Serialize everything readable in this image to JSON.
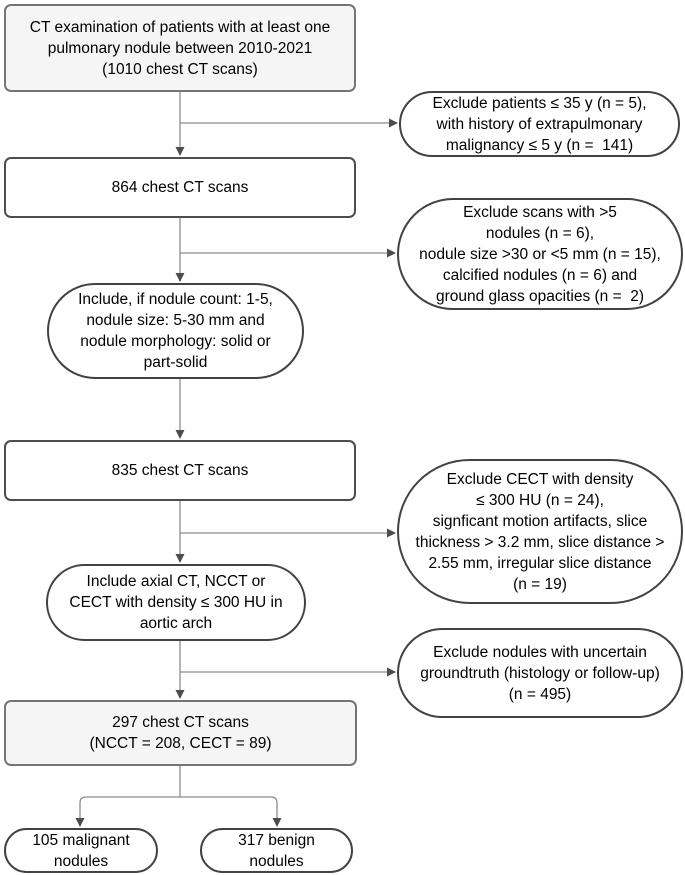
{
  "diagram_type": "flowchart",
  "colors": {
    "highlight_node_fill": "#f5f5f5",
    "node_fill": "#ffffff",
    "node_border": "#4d4d4d",
    "connector_line": "#8c8c8c",
    "arrowhead": "#4d4d4d",
    "text": "#000000"
  },
  "nodes": {
    "start": {
      "text": "CT examination of patients with at least one\npulmonary nodule between 2010-2021\n(1010 chest CT scans)"
    },
    "exclude_age": {
      "text": "Exclude patients ≤ 35 y (n = 5),\nwith history of extrapulmonary\nmalignancy ≤ 5 y (n =  141)"
    },
    "scans_864": {
      "text": "864 chest CT scans"
    },
    "exclude_nodules": {
      "text": "Exclude scans with >5\nnodules (n = 6),\nnodule size >30 or <5 mm (n = 15),\ncalcified nodules (n = 6) and\nground glass opacities (n =  2)"
    },
    "include_count": {
      "text": "Include, if nodule count: 1-5,\nnodule size: 5-30 mm and\nnodule morphology: solid or\npart-solid"
    },
    "scans_835": {
      "text": "835 chest CT scans"
    },
    "exclude_cect": {
      "text": "Exclude CECT with density\n≤ 300 HU (n = 24),\nsignficant motion artifacts, slice\nthickness > 3.2 mm, slice distance >\n2.55 mm, irregular slice distance\n(n = 19)"
    },
    "include_axial": {
      "text": "Include axial CT, NCCT or\nCECT with density ≤ 300 HU in\naortic arch"
    },
    "exclude_groundtruth": {
      "text": "Exclude nodules with uncertain\ngroundtruth (histology or follow-up)\n(n = 495)"
    },
    "scans_297": {
      "text": "297 chest CT scans\n(NCCT = 208, CECT = 89)"
    },
    "malignant": {
      "text": "105 malignant\nnodules"
    },
    "benign": {
      "text": "317 benign\nnodules"
    }
  }
}
